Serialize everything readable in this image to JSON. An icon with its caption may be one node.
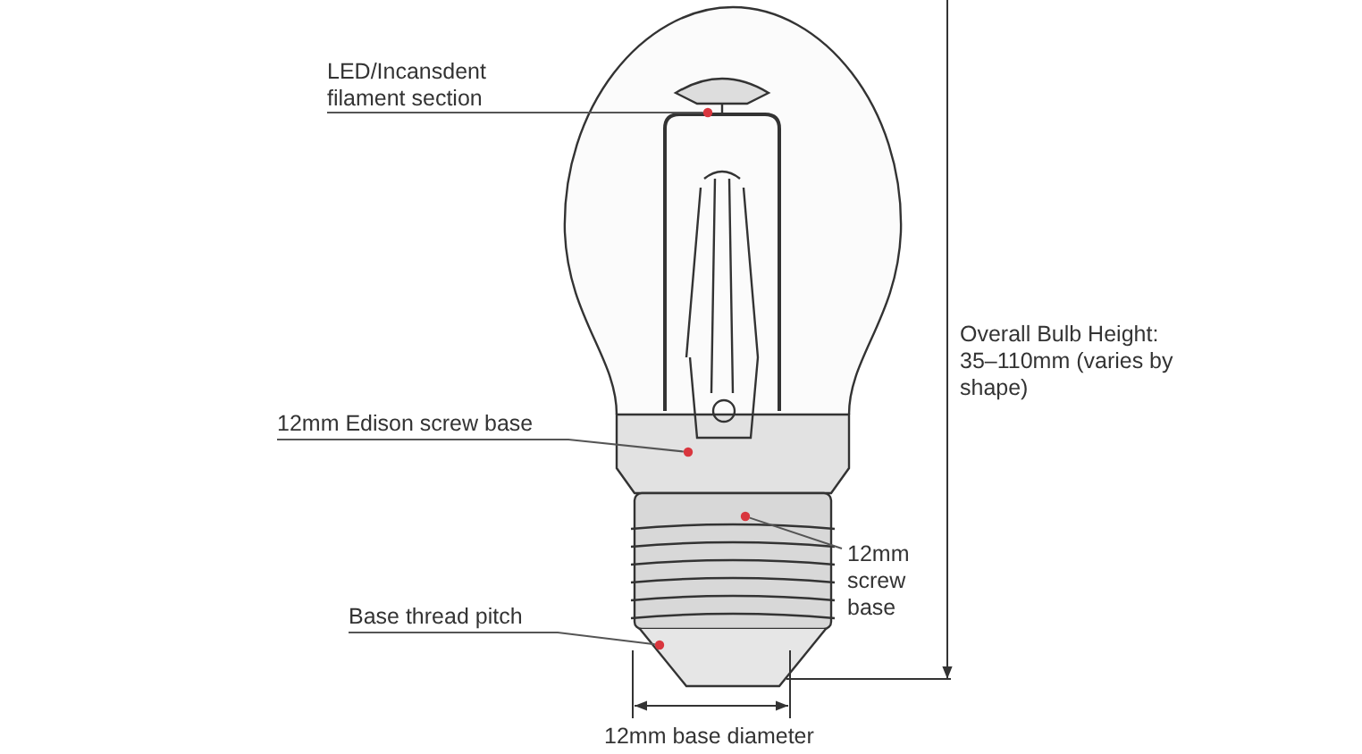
{
  "diagram": {
    "nodes": [
      {
        "text": [
          "LED/Incansdent filament section"
        ]
      },
      {
        "text": [],
        "shape": "circle"
      },
      {
        "text": [
          "12mm Edison screw base"
        ]
      },
      {
        "text": [],
        "shape": "circle"
      },
      {
        "text": [
          "12mm screw base"
        ]
      },
      {
        "text": [],
        "shape": "circle"
      },
      {
        "text": [
          "Base thread pitch"
        ]
      },
      {
        "text": [],
        "shape": "circle"
      }
    ],
    "edges": [
      {
        "from": 0,
        "to": 1,
        "arrow": "none"
      },
      {
        "from": 2,
        "to": 3,
        "arrow": "none"
      },
      {
        "from": 4,
        "to": 5,
        "arrow": "none"
      },
      {
        "from": 6,
        "to": 7,
        "arrow": "none"
      }
    ],
    "labels": [
      "Overall Bulb Height: 35–110mm (varies by shape)",
      "12mm base diameter"
    ]
  }
}
